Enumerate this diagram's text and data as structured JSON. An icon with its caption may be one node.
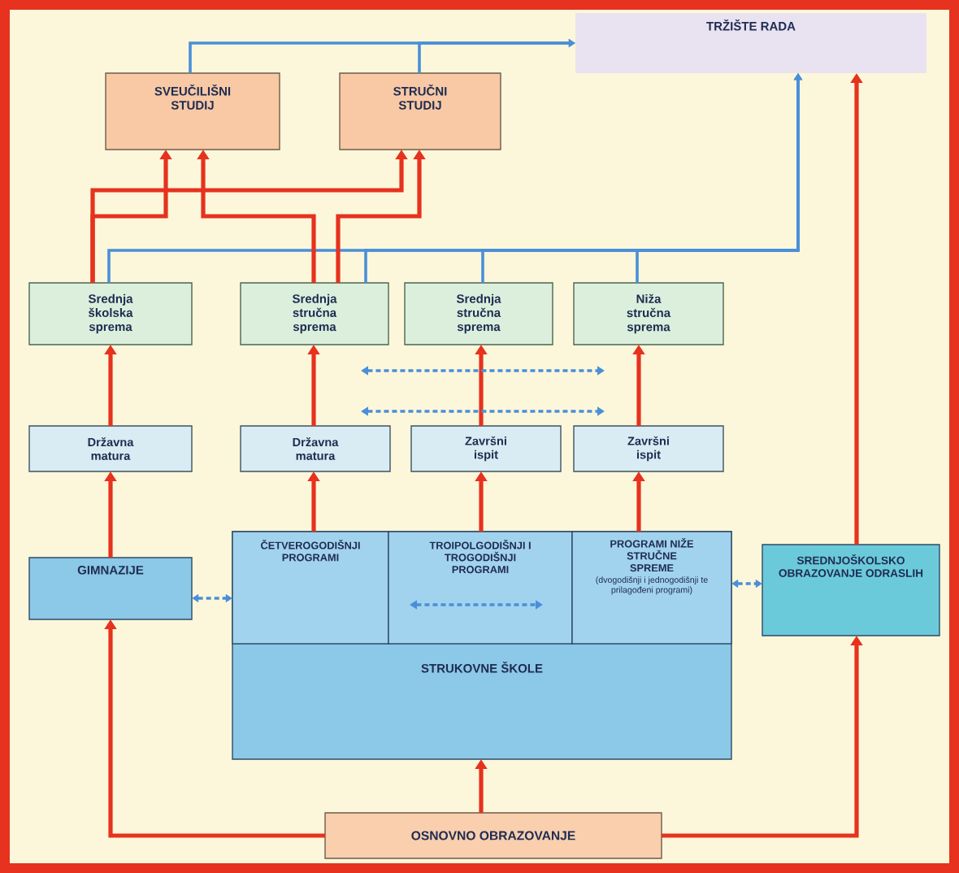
{
  "diagram": {
    "nodes": [
      {
        "text": [
          "TRŽIŠTE RADA"
        ]
      },
      {
        "text": [
          "SVEUČILIŠNI STUDIJ"
        ]
      },
      {
        "text": [
          "STRUČNI STUDIJ"
        ]
      },
      {
        "text": [
          "Srednja školska sprema"
        ]
      },
      {
        "text": [
          "Srednja stručna sprema"
        ]
      },
      {
        "text": [
          "Srednja stručna sprema"
        ]
      },
      {
        "text": [
          "Niža stručna sprema"
        ]
      },
      {
        "text": [
          "Državna matura"
        ]
      },
      {
        "text": [
          "Državna matura"
        ]
      },
      {
        "text": [
          "Završni ispit"
        ]
      },
      {
        "text": [
          "Završni ispit"
        ]
      },
      {
        "text": [
          "GIMNAZIJE"
        ]
      },
      {
        "text": [
          "STRUKOVNE ŠKOLE"
        ]
      },
      {
        "text": [
          "ČETVEROGODIŠNJI PROGRAMI"
        ],
        "in": 12
      },
      {
        "text": [
          "TROIPOLGODIŠNJI I TROGODIŠNJI PROGRAMI"
        ],
        "in": 12
      },
      {
        "text": [
          "PROGRAMI NIŽE STRUČNE SPREME",
          "(dvogodišnji i jednogodišnji te prilagođeni programi)"
        ],
        "in": 12
      },
      {
        "text": [
          "SREDNJOŠKOLSKO OBRAZOVANJE ODRASLIH"
        ]
      },
      {
        "text": [
          "OSNOVNO OBRAZOVANJE"
        ]
      }
    ],
    "edges": [
      {
        "from": 1,
        "to": 0,
        "arrow": "to",
        "color": "#4a8fd9"
      },
      {
        "from": 2,
        "to": 0,
        "arrow": "to",
        "color": "#4a8fd9"
      },
      {
        "from": 3,
        "to": 0,
        "arrow": "to",
        "color": "#4a8fd9"
      },
      {
        "from": 4,
        "to": 0,
        "arrow": "to",
        "color": "#4a8fd9"
      },
      {
        "from": 5,
        "to": 0,
        "arrow": "to",
        "color": "#4a8fd9"
      },
      {
        "from": 6,
        "to": 0,
        "arrow": "to",
        "color": "#4a8fd9"
      },
      {
        "from": 3,
        "to": 1,
        "arrow": "to"
      },
      {
        "from": 3,
        "to": 2,
        "arrow": "to"
      },
      {
        "from": 4,
        "to": 1,
        "arrow": "to"
      },
      {
        "from": 4,
        "to": 2,
        "arrow": "to"
      },
      {
        "from": 7,
        "to": 3,
        "arrow": "to"
      },
      {
        "from": 8,
        "to": 4,
        "arrow": "to"
      },
      {
        "from": 9,
        "to": 5,
        "arrow": "to"
      },
      {
        "from": 10,
        "to": 6,
        "arrow": "to"
      },
      {
        "from": 11,
        "to": 7,
        "arrow": "to"
      },
      {
        "from": 13,
        "to": 8,
        "arrow": "to"
      },
      {
        "from": 14,
        "to": 9,
        "arrow": "to"
      },
      {
        "from": 15,
        "to": 10,
        "arrow": "to"
      },
      {
        "from": 11,
        "to": 13,
        "arrow": "both",
        "style": "dashed",
        "color": "#4a8fd9"
      },
      {
        "from": 15,
        "to": 16,
        "arrow": "both",
        "style": "dashed",
        "color": "#4a8fd9"
      },
      {
        "from": 17,
        "to": 11,
        "arrow": "to"
      },
      {
        "from": 17,
        "to": 12,
        "arrow": "to"
      },
      {
        "from": 17,
        "to": 16,
        "arrow": "to"
      },
      {
        "from": 16,
        "to": 0,
        "arrow": "to"
      }
    ]
  }
}
